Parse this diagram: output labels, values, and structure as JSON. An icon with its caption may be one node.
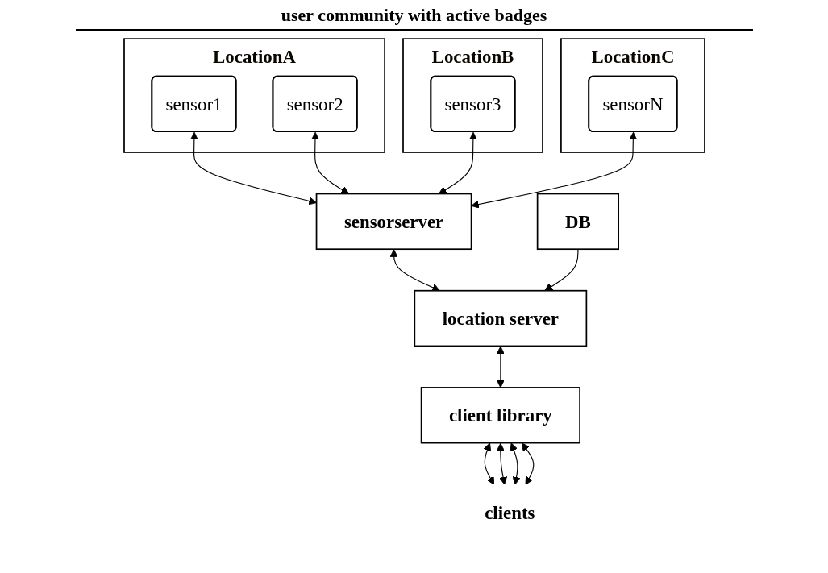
{
  "diagram": {
    "nodes": [
      {
        "text": [
          "LocationA"
        ]
      },
      {
        "text": [
          "sensor1"
        ],
        "in": 0
      },
      {
        "text": [
          "sensor2"
        ],
        "in": 0
      },
      {
        "text": [
          "LocationB"
        ]
      },
      {
        "text": [
          "sensor3"
        ],
        "in": 3
      },
      {
        "text": [
          "LocationC"
        ]
      },
      {
        "text": [
          "sensorN"
        ],
        "in": 5
      },
      {
        "text": [
          "sensorserver"
        ]
      },
      {
        "text": [
          "DB"
        ]
      },
      {
        "text": [
          "location server"
        ]
      },
      {
        "text": [
          "client library"
        ]
      },
      {
        "text": [
          "clients"
        ]
      }
    ],
    "edges": [
      {
        "from": 1,
        "to": 7,
        "arrow": "both"
      },
      {
        "from": 2,
        "to": 7,
        "arrow": "both"
      },
      {
        "from": 4,
        "to": 7,
        "arrow": "both"
      },
      {
        "from": 6,
        "to": 7,
        "arrow": "both"
      },
      {
        "from": 7,
        "to": 9,
        "arrow": "both"
      },
      {
        "from": 8,
        "to": 9,
        "arrow": "to"
      },
      {
        "from": 9,
        "to": 10,
        "arrow": "both"
      },
      {
        "from": 10,
        "to": 11,
        "arrow": "both"
      },
      {
        "from": 10,
        "to": 11,
        "arrow": "both"
      },
      {
        "from": 10,
        "to": 11,
        "arrow": "both"
      },
      {
        "from": 10,
        "to": 11,
        "arrow": "both"
      }
    ],
    "labels": [
      "user community with active badges"
    ]
  }
}
